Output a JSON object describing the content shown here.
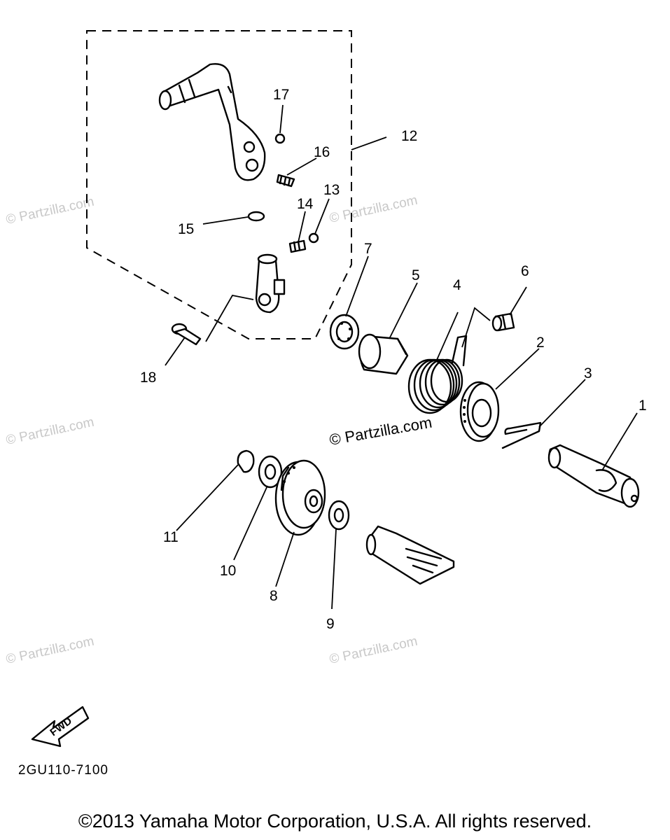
{
  "parts": [
    {
      "id": "1",
      "label": "1"
    },
    {
      "id": "2",
      "label": "2"
    },
    {
      "id": "3",
      "label": "3"
    },
    {
      "id": "4",
      "label": "4"
    },
    {
      "id": "5",
      "label": "5"
    },
    {
      "id": "6",
      "label": "6"
    },
    {
      "id": "7",
      "label": "7"
    },
    {
      "id": "8",
      "label": "8"
    },
    {
      "id": "9",
      "label": "9"
    },
    {
      "id": "10",
      "label": "10"
    },
    {
      "id": "11",
      "label": "11"
    },
    {
      "id": "12",
      "label": "12"
    },
    {
      "id": "13",
      "label": "13"
    },
    {
      "id": "14",
      "label": "14"
    },
    {
      "id": "15",
      "label": "15"
    },
    {
      "id": "16",
      "label": "16"
    },
    {
      "id": "17",
      "label": "17"
    },
    {
      "id": "18",
      "label": "18"
    }
  ],
  "fwd_label": "FWD",
  "diagram_code": "2GU110-7100",
  "watermark": "© Partzilla.com",
  "copyright": "©2013 Yamaha Motor Corporation, U.S.A. All rights reserved."
}
